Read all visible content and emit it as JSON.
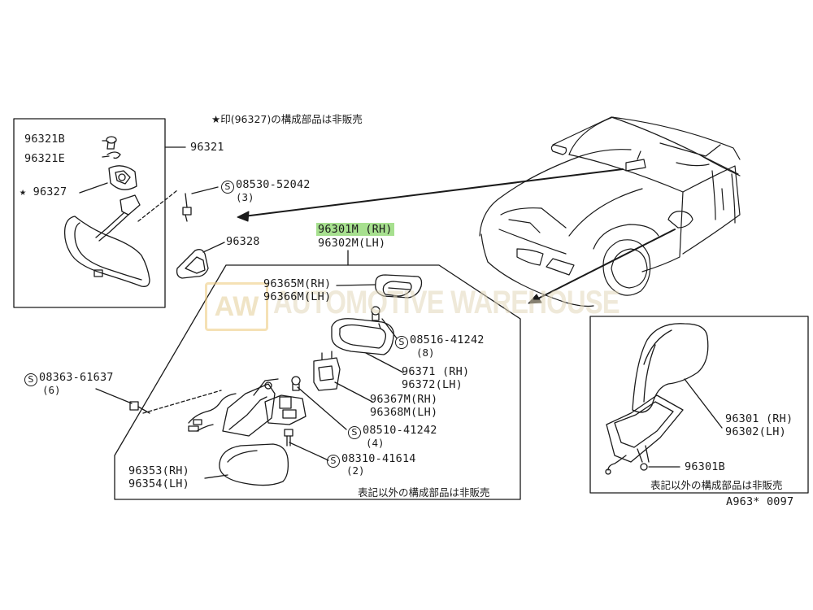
{
  "header_note": "★印(96327)の構成部品は非販売",
  "callouts": {
    "p96321B": "96321B",
    "p96321E": "96321E",
    "p96327": "★ 96327",
    "p96321": "96321",
    "p08530": "08530-52042",
    "q08530": "(3)",
    "p96328": "96328",
    "p96301M": "96301M (RH)",
    "p96302M": "96302M(LH)",
    "p96365M": "96365M(RH)",
    "p96366M": "96366M(LH)",
    "p08516": "08516-41242",
    "q08516": "(8)",
    "p96371": "96371 (RH)",
    "p96372": "96372(LH)",
    "p96367M": "96367M(RH)",
    "p96368M": "96368M(LH)",
    "p08363": "08363-61637",
    "q08363": "(6)",
    "p08510": "08510-41242",
    "q08510": "(4)",
    "p08310": "08310-41614",
    "q08310": "(2)",
    "p96353": "96353(RH)",
    "p96354": "96354(LH)",
    "p96301": "96301 (RH)",
    "p96302": "96302(LH)",
    "p96301B": "96301B"
  },
  "standard_symbol": "S",
  "not_sold_note_left": "表記以外の構成部品は非販売",
  "not_sold_note_right": "表記以外の構成部品は非販売",
  "figure_code": "A963* 0097",
  "watermark": {
    "logo": "AW",
    "text": "AUTOMOTIVE WAREHOUSE"
  },
  "colors": {
    "line": "#1a1a1a",
    "highlight": "#a7e08f",
    "watermark": "#e6d7aa"
  }
}
